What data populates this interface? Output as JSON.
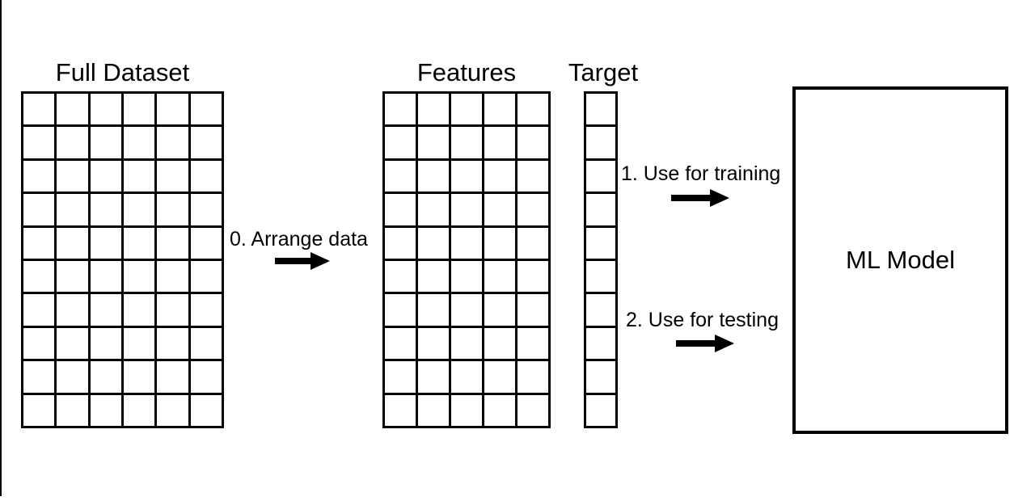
{
  "colors": {
    "line": "#000000",
    "background": "#ffffff",
    "text": "#000000"
  },
  "titles": {
    "full_dataset": "Full Dataset",
    "features": "Features",
    "target": "Target"
  },
  "grids": {
    "full_dataset": {
      "columns": 6,
      "rows": 10
    },
    "features": {
      "columns": 5,
      "rows": 10
    },
    "target": {
      "columns": 1,
      "rows": 10
    }
  },
  "steps": {
    "arrange": "0. Arrange data",
    "training": "1. Use for training",
    "testing": "2. Use for testing"
  },
  "ml_model": {
    "label": "ML Model"
  },
  "icons": {
    "arrow": "right-arrow-icon"
  }
}
